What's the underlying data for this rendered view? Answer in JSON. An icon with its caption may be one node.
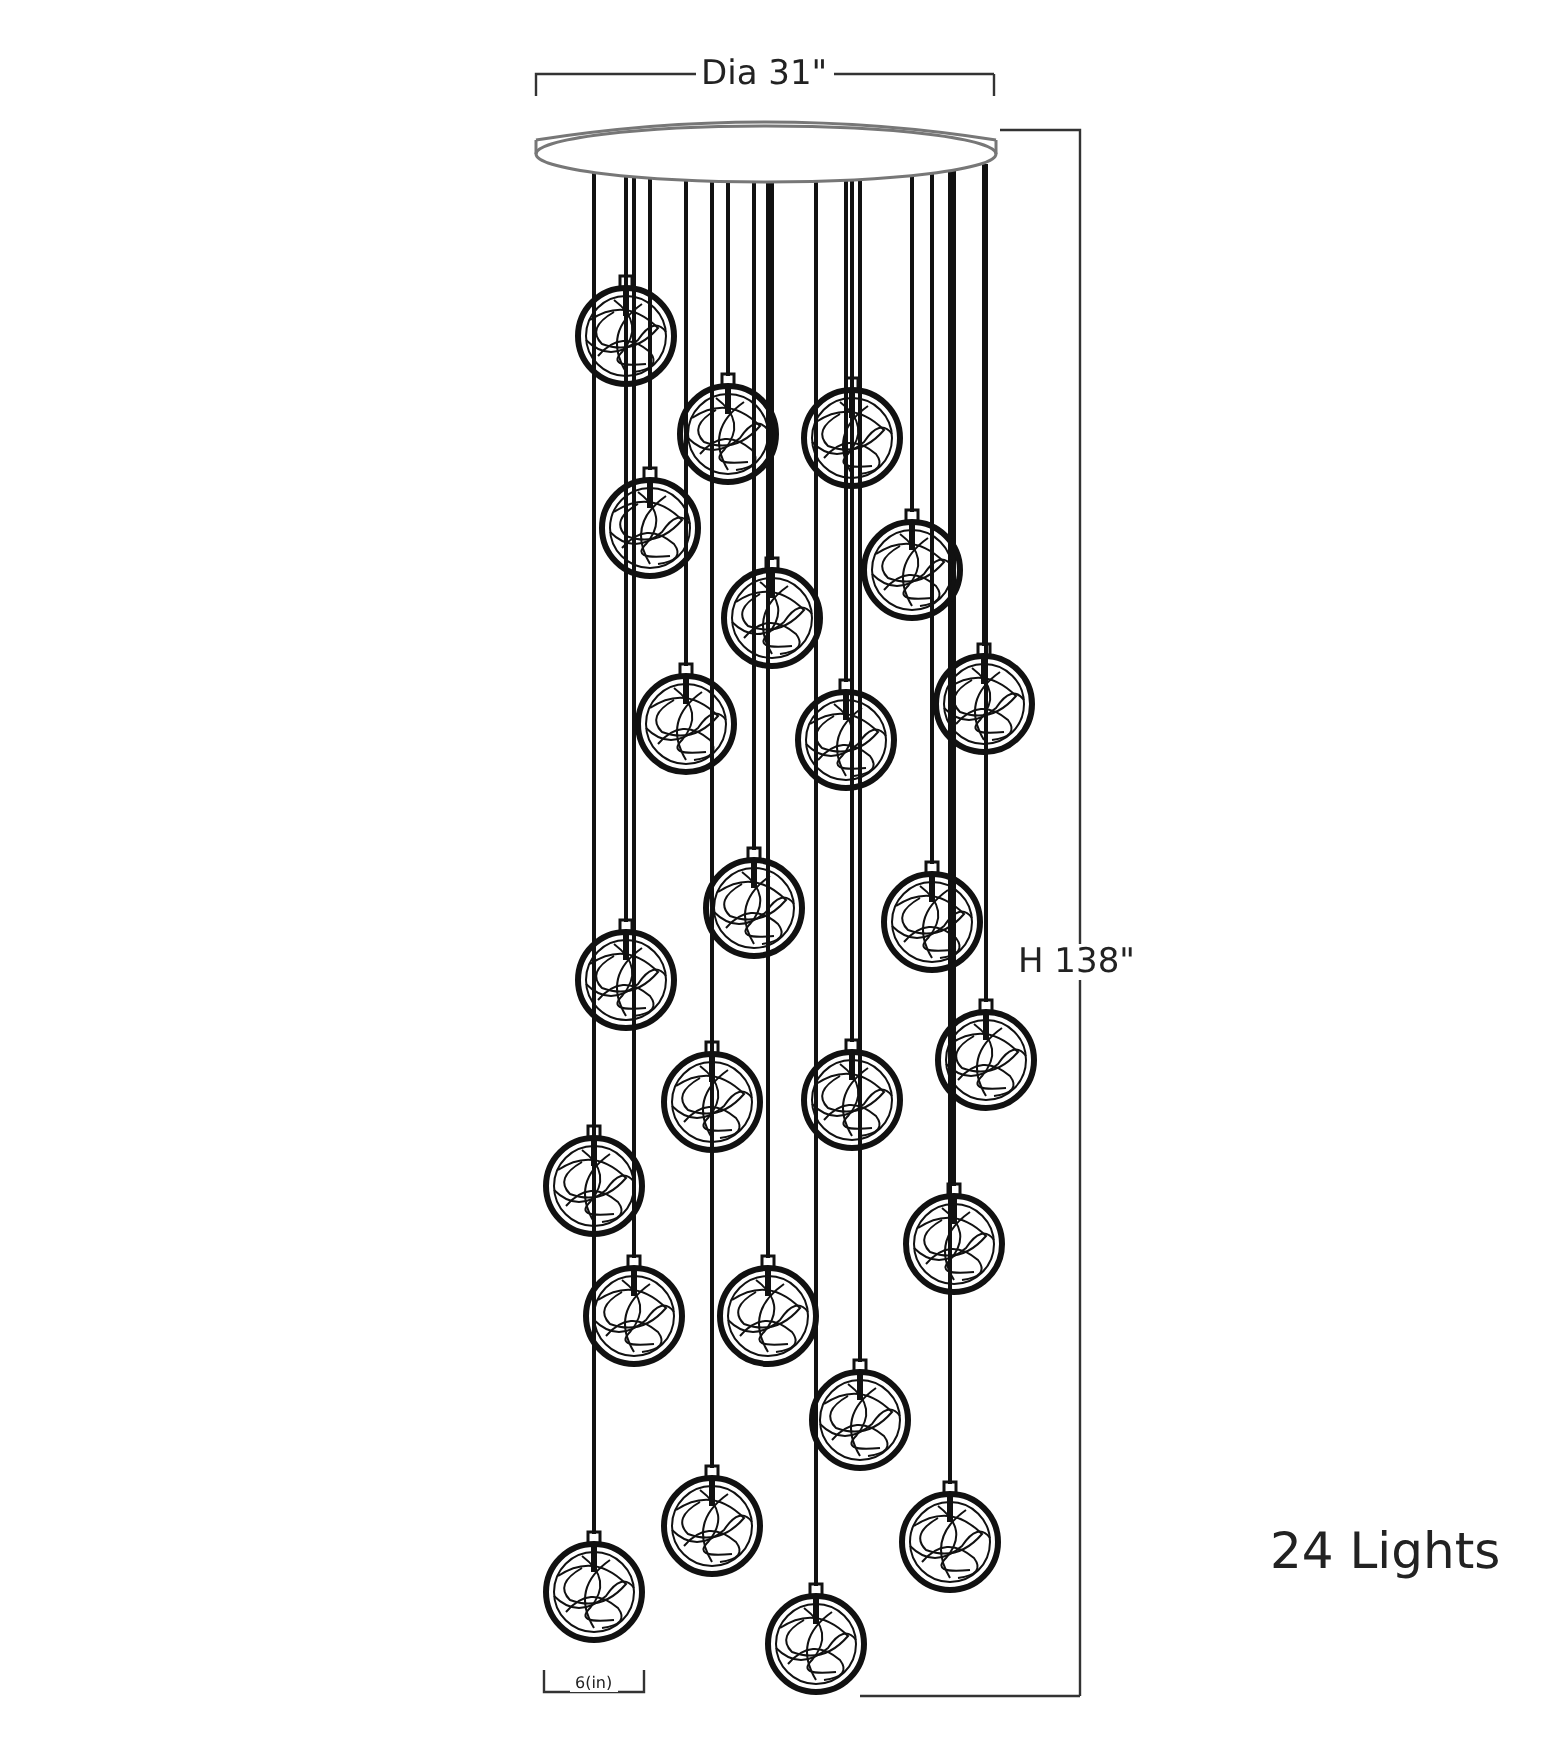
{
  "diagram": {
    "labels": [
      "Dia 31\"",
      "H 138\"",
      "6(in)",
      "24 Lights"
    ]
  }
}
